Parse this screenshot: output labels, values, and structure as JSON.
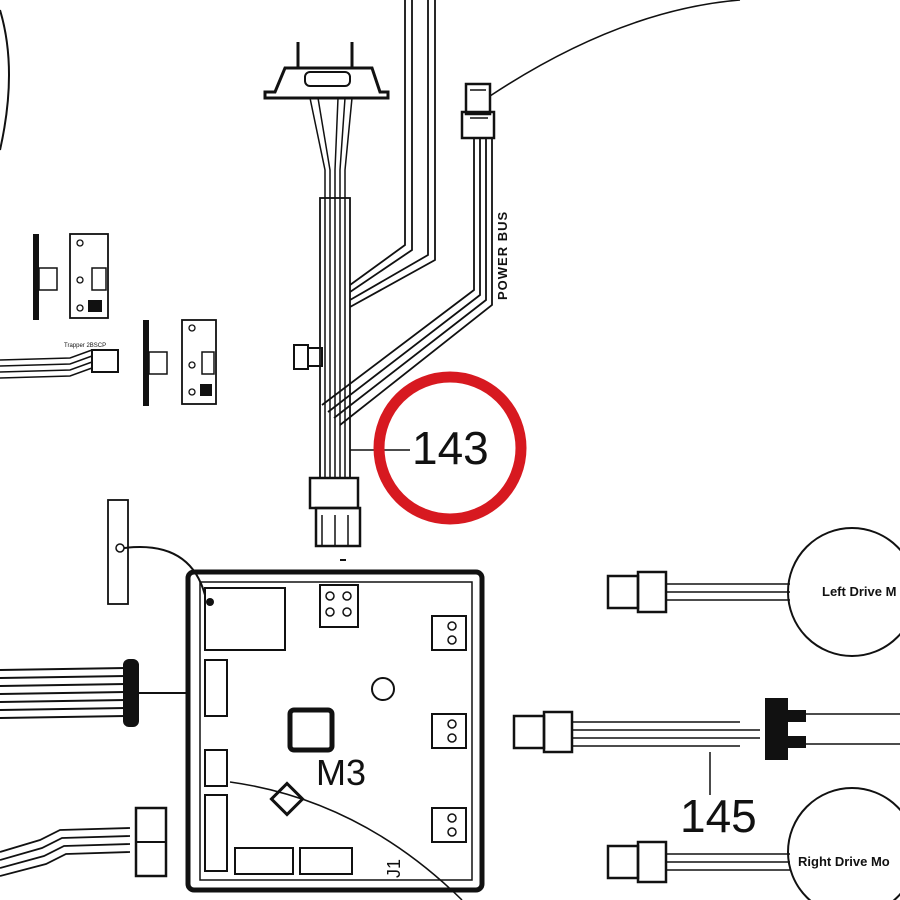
{
  "labels": {
    "callout_143": "143",
    "callout_145": "145",
    "power_bus": "POWER BUS",
    "board_m3": "M3",
    "board_j1": "J1",
    "left_motor": "Left Drive M",
    "right_motor": "Right Drive Mo",
    "small_connector": "Trapper 2BSCP"
  },
  "colors": {
    "highlight_ring": "#d71920",
    "line": "#111111",
    "background": "#ffffff"
  }
}
